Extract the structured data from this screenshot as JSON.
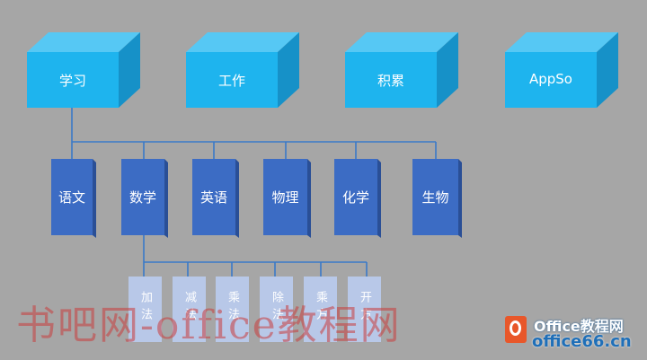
{
  "top": [
    "学习",
    "工作",
    "积累",
    "AppSo"
  ],
  "mid": [
    "语文",
    "数学",
    "英语",
    "物理",
    "化学",
    "生物"
  ],
  "leaf": [
    "加法",
    "减法",
    "乘法",
    "除法",
    "乘方",
    "开方"
  ],
  "watermark": "书吧网-office教程网",
  "logo": {
    "line1": "Office教程网",
    "line2": "office66.cn"
  },
  "colors": {
    "background": "#a6a6a6",
    "cube_front": "#1eb4ee",
    "cube_side": "#1691c8",
    "cube_top": "#56c8f4",
    "box_mid": "#3c6cc4",
    "box_leaf": "#b8c8e8",
    "line": "#3a7ac8"
  }
}
